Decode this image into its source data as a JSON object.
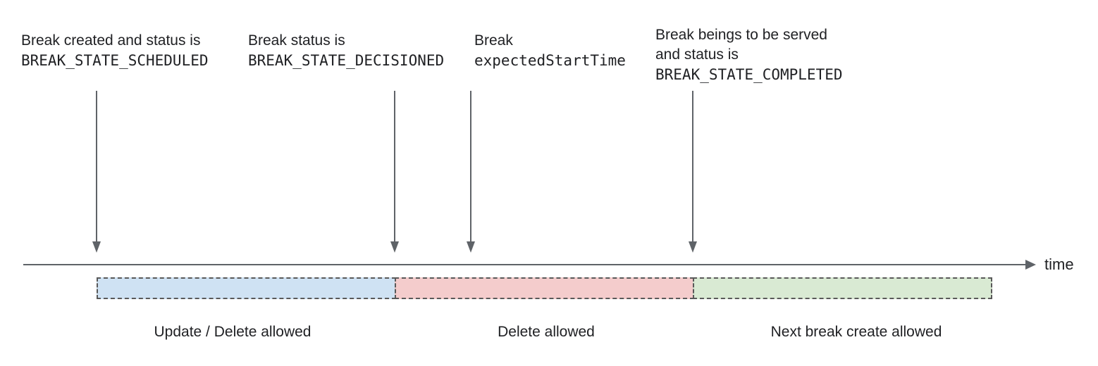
{
  "colors": {
    "text": "#202124",
    "arrow_gray": "#5f6368",
    "segment_border": "#595959",
    "segment_blue": "#cfe2f3",
    "segment_pink": "#f4cccc",
    "segment_green": "#d9ead3"
  },
  "annotations": [
    {
      "line1": "Break created and status is",
      "line2_mono": "BREAK_STATE_SCHEDULED"
    },
    {
      "line1": "Break status is",
      "line2_mono": "BREAK_STATE_DECISIONED"
    },
    {
      "line1": "Break",
      "line2_mono": "expectedStartTime"
    },
    {
      "line1": "Break beings to be served",
      "line2": "and status is",
      "line3_mono": "BREAK_STATE_COMPLETED"
    }
  ],
  "timeline": {
    "axis_label": "time"
  },
  "segments": [
    {
      "label": "Update / Delete allowed",
      "color": "#cfe2f3"
    },
    {
      "label": "Delete allowed",
      "color": "#f4cccc"
    },
    {
      "label": "Next break create allowed",
      "color": "#d9ead3"
    }
  ]
}
